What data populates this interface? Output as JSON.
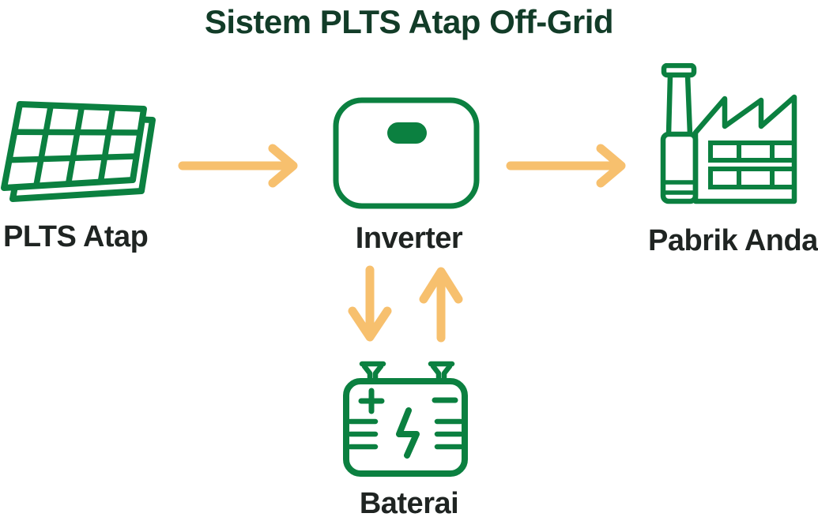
{
  "title": "Sistem PLTS Atap Off-Grid",
  "colors": {
    "background": "#ffffff",
    "title_green": "#123C28",
    "label_dark": "#1F2422",
    "icon_green": "#0B8040",
    "arrow_orange": "#F7C06E"
  },
  "nodes": [
    {
      "id": "plts-atap",
      "label": "PLTS Atap",
      "icon": "solar-panel-icon",
      "position": "left"
    },
    {
      "id": "inverter",
      "label": "Inverter",
      "icon": "inverter-icon",
      "position": "center"
    },
    {
      "id": "pabrik-anda",
      "label": "Pabrik Anda",
      "icon": "factory-icon",
      "position": "right"
    },
    {
      "id": "baterai",
      "label": "Baterai",
      "icon": "battery-icon",
      "position": "bottom-center"
    }
  ],
  "connections": [
    {
      "from": "plts-atap",
      "to": "inverter",
      "direction": "right"
    },
    {
      "from": "inverter",
      "to": "pabrik-anda",
      "direction": "right"
    },
    {
      "from": "inverter",
      "to": "baterai",
      "direction": "down"
    },
    {
      "from": "baterai",
      "to": "inverter",
      "direction": "up"
    }
  ]
}
